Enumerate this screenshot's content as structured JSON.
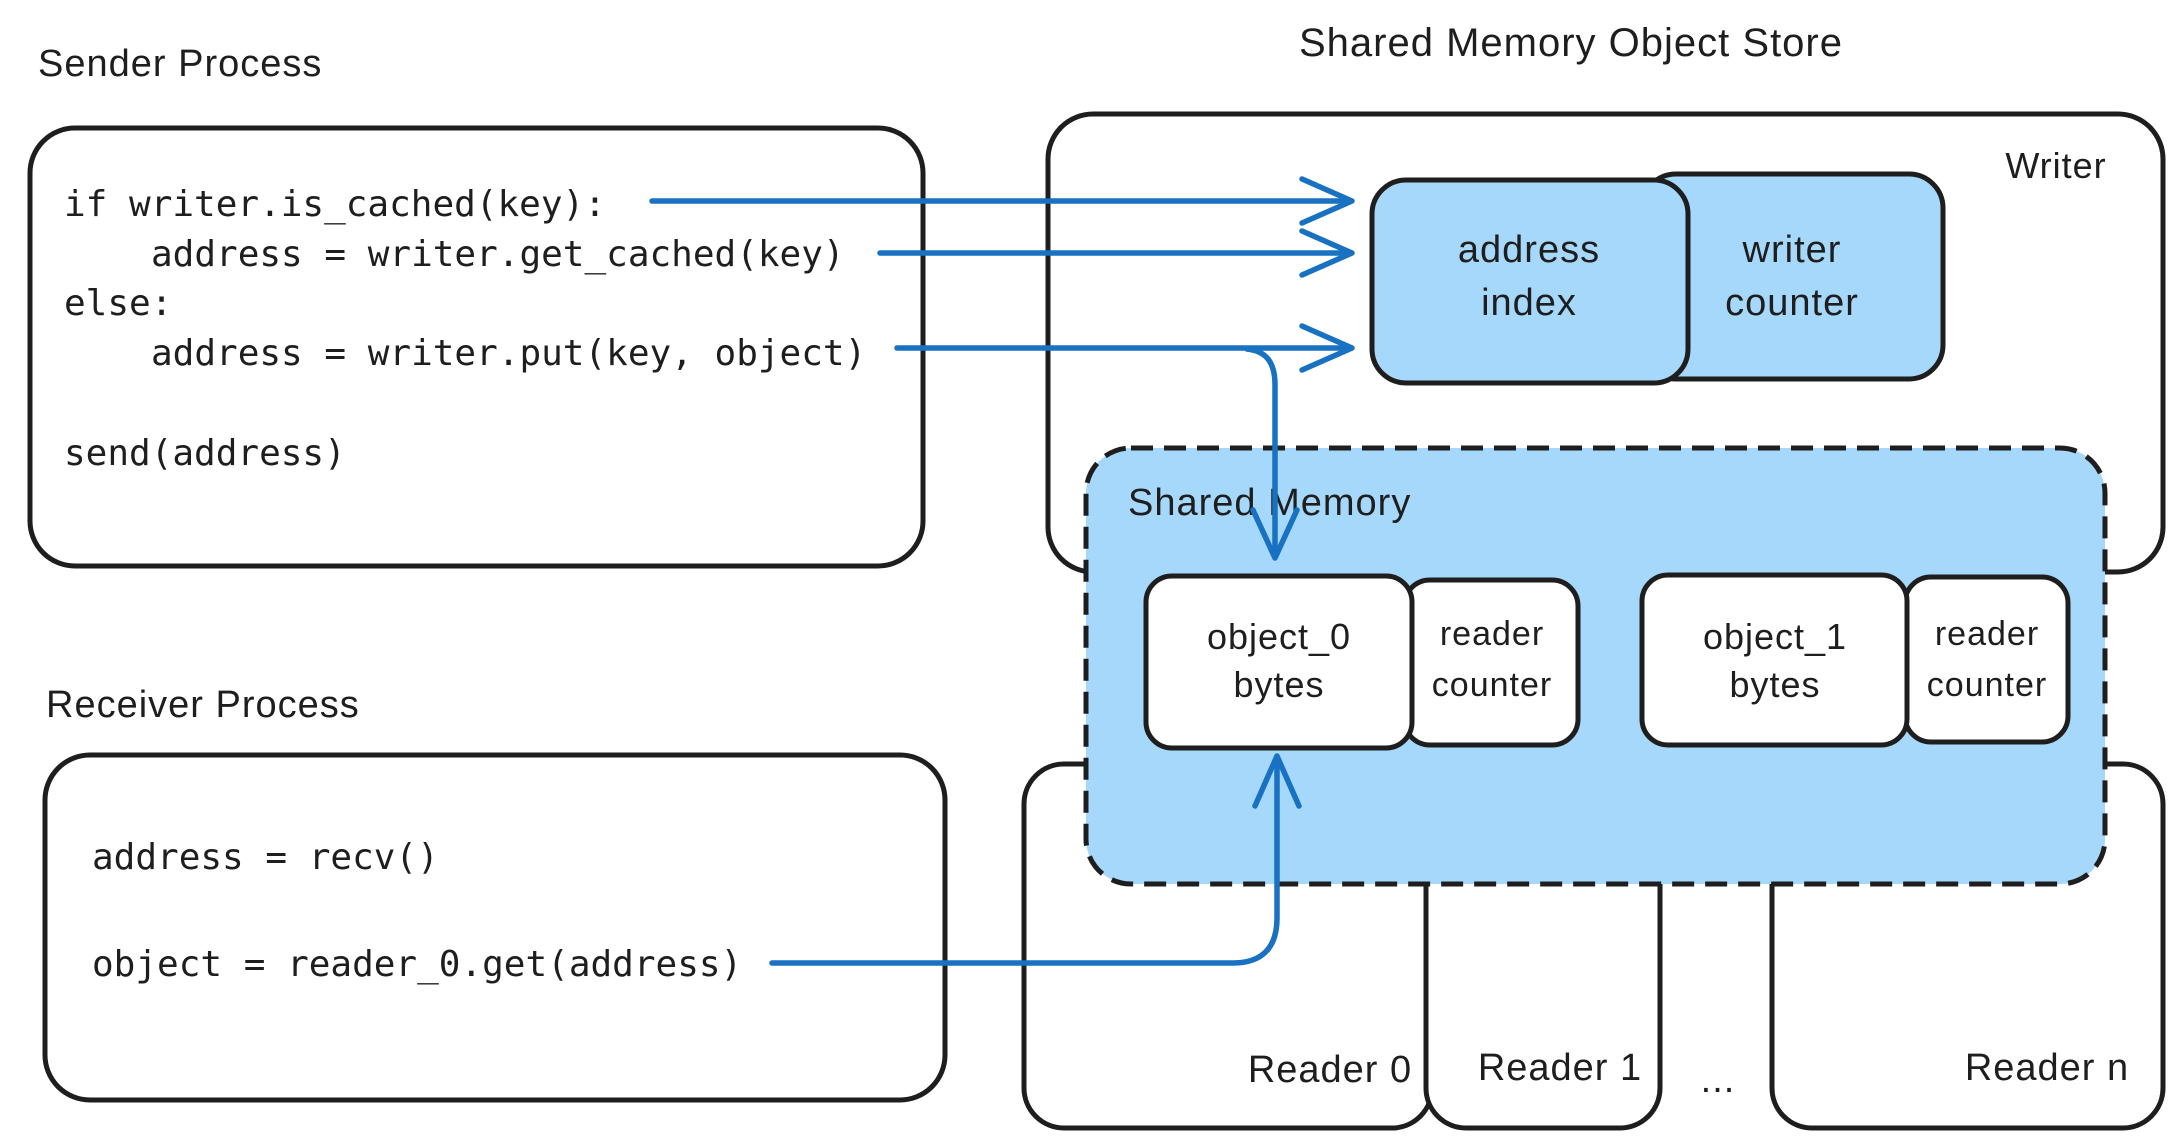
{
  "title": "Shared Memory Object Store",
  "sender": {
    "label": "Sender Process",
    "code": {
      "l1": "if writer.is_cached(key):",
      "l2": "address = writer.get_cached(key)",
      "l3": "else:",
      "l4": "address = writer.put(key, object)",
      "l5": "send(address)"
    }
  },
  "receiver": {
    "label": "Receiver Process",
    "code": {
      "l1": "address = recv()",
      "l2": "object = reader_0.get(address)"
    }
  },
  "writer": {
    "label": "Writer",
    "address_index": {
      "line1": "address",
      "line2": "index"
    },
    "writer_counter": {
      "line1": "writer",
      "line2": "counter"
    }
  },
  "shared_memory": {
    "label": "Shared Memory",
    "object_0": {
      "line1": "object_0",
      "line2": "bytes"
    },
    "reader_counter_0": {
      "line1": "reader",
      "line2": "counter"
    },
    "object_1": {
      "line1": "object_1",
      "line2": "bytes"
    },
    "reader_counter_1": {
      "line1": "reader",
      "line2": "counter"
    }
  },
  "readers": {
    "reader_0": "Reader 0",
    "reader_1": "Reader 1",
    "ellipsis": "...",
    "reader_n": "Reader n"
  },
  "colors": {
    "stroke": "#1e1e1e",
    "blue_fill": "#a5d8fb",
    "arrow_blue": "#1971c2",
    "background": "#ffffff"
  }
}
